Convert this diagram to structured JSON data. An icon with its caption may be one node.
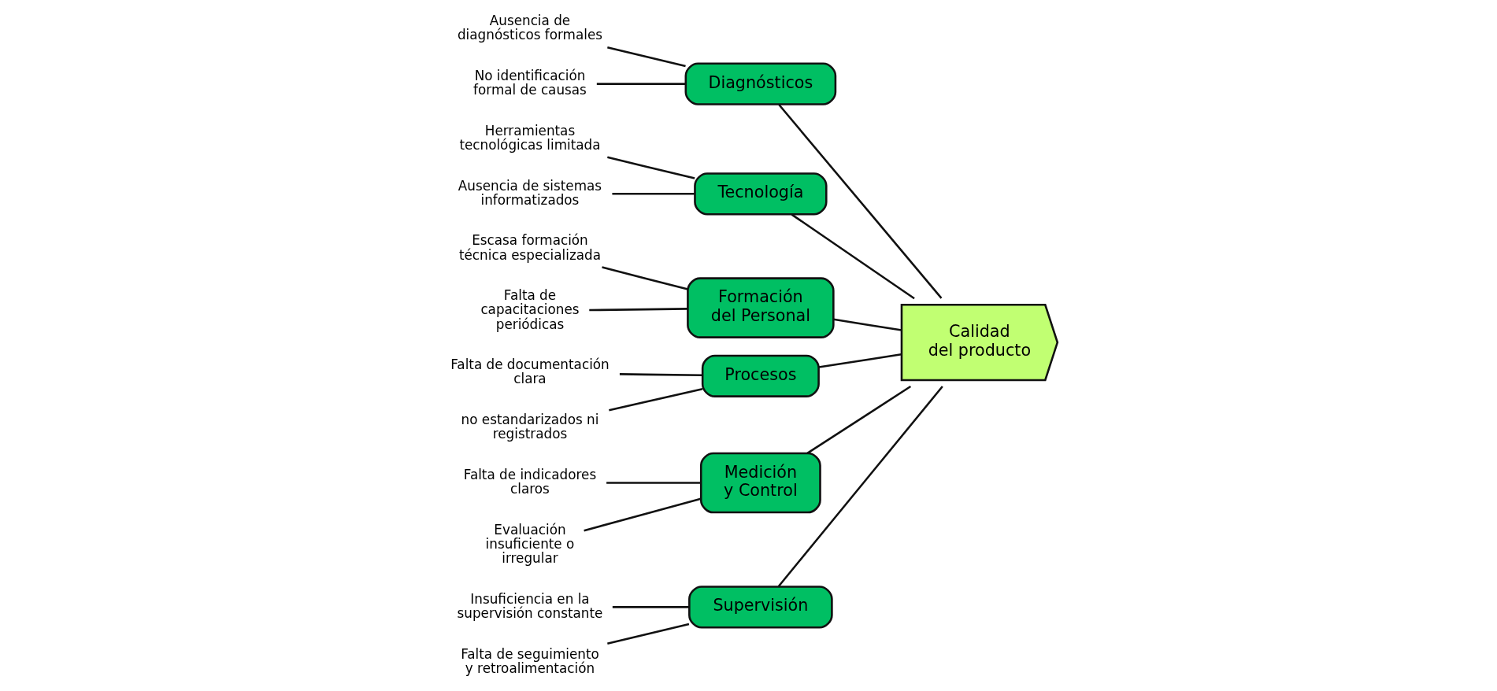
{
  "diagram": {
    "nodes": [
      {
        "text": [
          "Supervisión"
        ]
      },
      {
        "text": [
          "Diagnósticos"
        ]
      },
      {
        "text": [
          "Tecnología"
        ]
      },
      {
        "text": [
          "Insuficiencia en la supervisión constante"
        ]
      },
      {
        "text": [
          "Falta de seguimiento  y retroalimentación"
        ]
      },
      {
        "text": [
          "Ausencia de diagnósticos formales"
        ]
      },
      {
        "text": [
          "No identificación formal de causas"
        ]
      },
      {
        "text": [
          "Herramientas tecnológicas limitada"
        ]
      },
      {
        "text": [
          "Ausencia de sistemas informatizados"
        ]
      },
      {
        "text": [
          "Calidad del producto"
        ]
      },
      {
        "text": [
          "Escasa formación técnica especializada"
        ]
      },
      {
        "text": [
          "Falta de capacitaciones periódicas"
        ]
      },
      {
        "text": [
          "Falta de documentación clara"
        ]
      },
      {
        "text": [
          "no estandarizados ni registrados"
        ]
      },
      {
        "text": [
          "Falta de indicadores claros"
        ]
      },
      {
        "text": [
          "Evaluación insuficiente o irregular"
        ]
      },
      {
        "text": [
          "Formación del Personal"
        ]
      },
      {
        "text": [
          "Procesos"
        ]
      },
      {
        "text": [
          "Medición y Control"
        ]
      }
    ],
    "edges": [
      {
        "from": 3,
        "to": 0,
        "arrow": "none"
      },
      {
        "from": 4,
        "to": 0,
        "arrow": "none"
      },
      {
        "from": 5,
        "to": 1,
        "arrow": "none"
      },
      {
        "from": 6,
        "to": 1,
        "arrow": "none"
      },
      {
        "from": 7,
        "to": 2,
        "arrow": "none"
      },
      {
        "from": 8,
        "to": 2,
        "arrow": "none"
      },
      {
        "from": 10,
        "to": 16,
        "arrow": "none"
      },
      {
        "from": 11,
        "to": 16,
        "arrow": "none"
      },
      {
        "from": 12,
        "to": 17,
        "arrow": "none"
      },
      {
        "from": 13,
        "to": 17,
        "arrow": "none"
      },
      {
        "from": 14,
        "to": 18,
        "arrow": "none"
      },
      {
        "from": 15,
        "to": 18,
        "arrow": "none"
      },
      {
        "from": 0,
        "to": 9,
        "arrow": "none"
      },
      {
        "from": 1,
        "to": 9,
        "arrow": "none"
      },
      {
        "from": 2,
        "to": 9,
        "arrow": "none"
      },
      {
        "from": 16,
        "to": 9,
        "arrow": "none"
      },
      {
        "from": 17,
        "to": 9,
        "arrow": "none"
      },
      {
        "from": 18,
        "to": 9,
        "arrow": "none"
      }
    ]
  }
}
